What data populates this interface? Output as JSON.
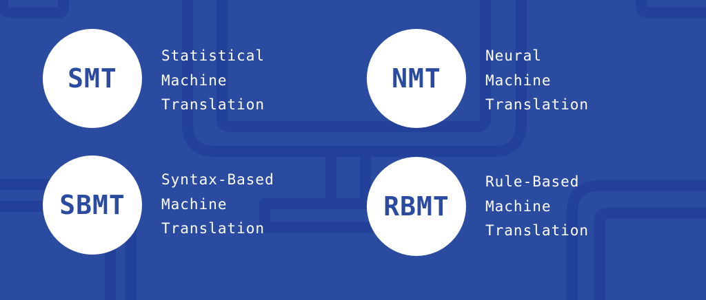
{
  "colors": {
    "background": "#2a4ba0",
    "pattern": "#23409a",
    "circle": "#ffffff",
    "text": "#ffffff"
  },
  "items": [
    {
      "abbr": "SMT",
      "lines": [
        "Statistical",
        "Machine",
        "Translation"
      ]
    },
    {
      "abbr": "NMT",
      "lines": [
        "Neural",
        "Machine",
        "Translation"
      ]
    },
    {
      "abbr": "SBMT",
      "lines": [
        "Syntax-Based",
        "Machine",
        "Translation"
      ]
    },
    {
      "abbr": "RBMT",
      "lines": [
        "Rule-Based",
        "Machine",
        "Translation"
      ]
    }
  ]
}
